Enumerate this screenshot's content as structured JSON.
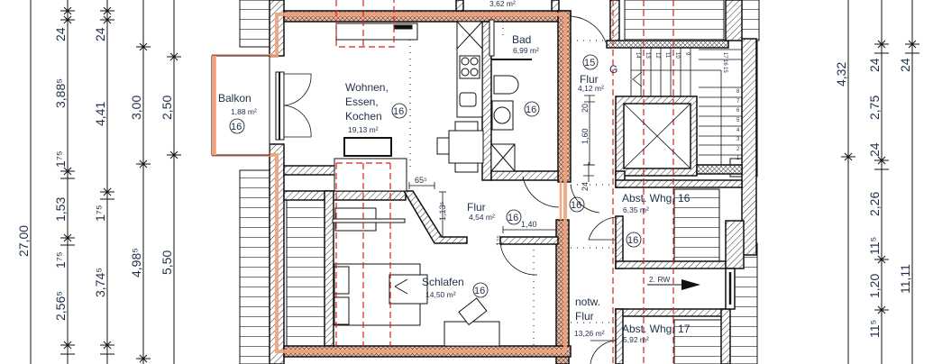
{
  "drawing": {
    "type": "architectural floor plan",
    "unit_number": "16",
    "stair_unit": "15",
    "colors": {
      "line": "#111111",
      "text": "#1e2f4a",
      "unit_boundary": "#f0a07a",
      "axis_dashed": "#d42020",
      "hatch": "#333333"
    }
  },
  "rooms": {
    "balkon": {
      "name": "Balkon",
      "area": "1,88 m²",
      "number": "16"
    },
    "wohnen": {
      "name_l1": "Wohnen,",
      "name_l2": "Essen,",
      "name_l3": "Kochen",
      "area": "19,13 m²",
      "number": "16"
    },
    "bad": {
      "name": "Bad",
      "area": "6,99 m²",
      "number": "16"
    },
    "flur_stair": {
      "name": "Flur",
      "area": "4,12 m²",
      "number": "15",
      "letter": "G"
    },
    "flur_unit": {
      "name": "Flur",
      "area": "4,54 m²",
      "number": "16"
    },
    "schlafen": {
      "name": "Schlafen",
      "area": "14,50 m²",
      "number": "16"
    },
    "abst16": {
      "name": "Abst. Whg. 16",
      "area": "6,35 m²",
      "number": "16"
    },
    "abst17": {
      "name": "Abst. Whg. 17",
      "area": "5,92 m²"
    },
    "notw_flur": {
      "name_l1": "notw.",
      "name_l2": "Flur",
      "area": "13,26 m²"
    },
    "top_room": {
      "area": "3,62 m²"
    },
    "hall_circle": {
      "number": "16"
    }
  },
  "annotations": {
    "escape_route": "2. RW",
    "stair_steps_up": [
      "1",
      "2",
      "3",
      "4",
      "5",
      "6",
      "7",
      "8"
    ],
    "stair_steps_top": [
      "14",
      "13",
      "12",
      "11",
      "10",
      "9"
    ],
    "stair_steps_side": [
      "17",
      "16",
      "15"
    ]
  },
  "inner_dims": {
    "d655": "65⁵",
    "d113": "1,13⁵",
    "d140": "1,40",
    "d175": "1⁷⁵",
    "d20": "20",
    "d160": "1,60",
    "d24": "24"
  },
  "left_dims": {
    "col1": [
      "24",
      "3,88⁵",
      "1⁷⁵",
      "1,53",
      "1⁷⁵",
      "2,56⁵"
    ],
    "col2": [
      "24",
      "4,41",
      "1⁷⁵",
      "3,74⁵"
    ],
    "col3": [
      "3,00",
      "4,98⁵"
    ],
    "col4": [
      "2,50",
      "5,50"
    ],
    "total": "27,00"
  },
  "right_dims": {
    "col1": [
      "4,32"
    ],
    "col2": [
      "24",
      "2,75",
      "24",
      "2,26",
      "11⁵",
      "1,20",
      "11⁵"
    ],
    "col3": [
      "24",
      "11,11"
    ]
  }
}
